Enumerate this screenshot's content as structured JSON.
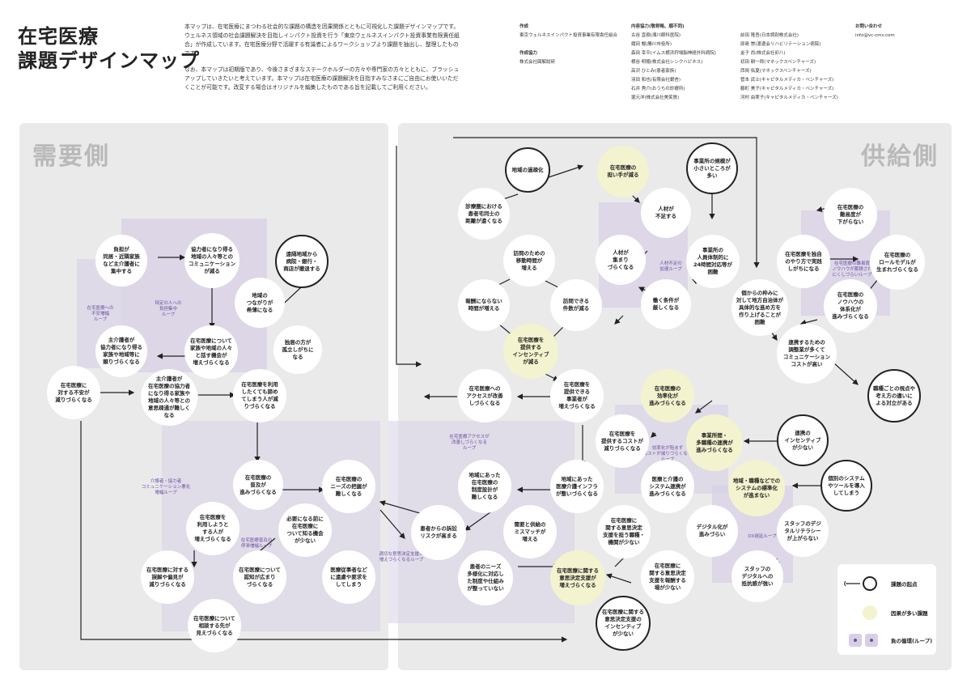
{
  "title": {
    "line1": "在宅医療",
    "line2": "課題デザインマップ"
  },
  "intro": {
    "p1": "本マップは、在宅医療にまつわる社会的な課題の構造を因果関係とともに可視化した課題デザインマップです。ウェルネス領域の社会課題解決を目指しインパクト投資を行う「東京ウェルネスインパクト投資事業有限責任組合」が作成しています。在宅医療分野で活躍する有識者によるワークショップより課題を抽出し、整理したものです。",
    "p2": "なお、本マップは初期版であり、今後さまざまなステークホルダーの方々や専門家の方々とともに、ブラッシュアップしていきたいと考えています。本マップは在宅医療の課題解決を目指すみなさまにご自由にお使いいただくことが可能です。改変する場合はオリジナルを編集したものである旨を記載してご利用ください。"
  },
  "credits": {
    "author_h": "作成",
    "author": "東京ウェルネスインパクト投資事業有限責任組合",
    "coop_h": "作成協力",
    "coop": "株式会社図解総研",
    "content_h": "内容協力(敬称略、順不同)",
    "col1": [
      "古谷 直樹(湘川眼科医院)",
      "織田 暢(勝川市役所)",
      "森田 幸平(イムス横浜狩場脳神経外科病院)",
      "横谷 明穂(株式会社シンクハピネス)",
      "高沢 ひとみ(患者家族)",
      "羽田 和也(有限会社銀杏)",
      "石井 秀介(おうちの診療所)",
      "堀元洋(株式会社美笑質)"
    ],
    "col2": [
      "前田 隆吾(日本調剤株式会社)",
      "原島 崇(渡邊会リハビリテーション病院)",
      "金子 尚(株式会社卯八)",
      "初田 耕一郎(マネックスベンチャーズ)",
      "西岡 佑夏(マネックスベンチャーズ)",
      "管本 武士(キャピタルメディカ・ベンチャーズ)",
      "藤町 美子(キャピタルメディカ・ベンチャーズ)",
      "河村 由実子(キャピタルメディカ・ベンチャーズ)"
    ],
    "contact_h": "お問い合わせ",
    "contact": "info@vc-cmv.com"
  },
  "panels": {
    "demand": "需要側",
    "supply": "供給側"
  },
  "nodes": {
    "n1": "負担が\n同居・近隣家族\nなど主介護者に\n集中する",
    "n2": "協力者になり得る\n地域の人々等との\nコミュニケーション\nが減る",
    "n3": "遠隔地域から\n病院・銀行・\n商店が撤退する",
    "n4": "地域の\nつながりが\n希薄になる",
    "n5": "主介護者が\n協力者になり得る\n家族や地域等に\n頼りづらくなる",
    "n6": "在宅医療について\n家族や地域の人々\nと話す機会が\n増えづらくなる",
    "n7": "独居の方が\n孤立しがちに\nなる",
    "n8": "在宅医療に\n対する不安が\n減りづらくなる",
    "n9": "主介護者が\n在宅医療の協力者\nになり得る家族や\n地域の人々等との\n意思疎通が難しく\nなる",
    "n10": "在宅医療を利用\nしたくても諦め\nてしまう人が減\nりづらくなる",
    "n11": "在宅医療の\n普及が\n進みづらくなる",
    "n12": "在宅医療の\nニーズの把握が\n難しくなる",
    "n13": "在宅医療を\n利用しようと\nする人が\n増えづらくなる",
    "n14": "必要になる前に\n在宅医療に\nついて知る機会\nが少ない",
    "n15": "在宅医療に対する\n誤解や偏見が\n減りづらくなる",
    "n16": "在宅医療について\n認知が広まり\nづらくなる",
    "n17": "医療従事者など\nに遠慮や要求を\nしてしまう",
    "n18": "在宅医療について\n相談する先が\n見えづらくなる",
    "n19": "地域の過疎化",
    "n20": "診療圏における\n患者宅同士の\n距離が遠くなる",
    "n21": "訪問のための\n移動時間が\n増える",
    "n22": "報酬にならない\n時間が増える",
    "n23": "訪問できる\n件数が減る",
    "n24": "在宅医療を\n提供する\nインセンティブ\nが減る",
    "n25": "在宅医療への\nアクセスが改善\nしづらくなる",
    "n26": "在宅医療を\n提供できる\n事業者が\n増えづらくなる",
    "n27": "地域にあった\n在宅医療の\n制度設計が\n難しくなる",
    "n28": "地域にあった\n医療介護インフラ\nが整いづらくなる",
    "n29": "患者からの訴訟\nリスクが高まる",
    "n30": "需要と供給の\nミスマッチが\n増える",
    "n31": "患者のニーズ\n多様化に対応し\nた制度や仕組み\nが整っていない",
    "n32": "在宅医療に関する\n意思決定支援が\n増えづらくなる",
    "n33": "在宅医療の\n担い手が減る",
    "n34": "事業所の規模が\n小さいところが\n多い",
    "n35": "人材が\n不足する",
    "n36": "人材が\n集まり\nづらくなる",
    "n37": "事業所の\n人員体制的に\n24時間対応等が\n困難",
    "n38": "働く条件が\n厳しくなる",
    "n39": "在宅医療の\n効率化が\n進みづらくなる",
    "n40": "在宅医療を\n提供するコストが\n減りづらくなる",
    "n41": "医療と介護の\nシステム連携が\n進みづらくなる",
    "n42": "事業所間・\n多職種の連携が\n進みづらくなる",
    "n43": "連携の\nインセンティブ\nが少ない",
    "n44": "地域・職種などでの\nシステムの標準化\nが進まない",
    "n45": "個別のシステム\nやツールを導入\nしてしまう",
    "n46": "デジタル化が\n進みづらい",
    "n47": "スタッフのデジ\nタルリテラシー\nが上がらない",
    "n48": "スタッフの\nデジタルへの\n抵抗感が強い",
    "n49": "在宅医療の\n難易度が\n下がらない",
    "n50": "在宅医療を独自\nのやり方で実践\nしがちになる",
    "n51": "在宅医療の\nロールモデルが\n生まれづらくなる",
    "n52": "在宅医療の\nノウハウの\n体系化が\n進みづらくなる",
    "n53": "個からの枠みに\n対して地方自治体が\n具体的な進め方を\n作り上げることが\n困難",
    "n54": "連携するための\n調整業が多くて\nコミュニケーション\nコストが高い",
    "n55": "職種ごとの視点や\n考え方の違いに\nよる対立がある",
    "n56": "在宅医療に\n関する意思決定\n支援を担う職種・\n機関が少ない",
    "n57": "在宅医療に\n関する意思決定\n支援を報酬する\n場が少ない",
    "n58": "在宅医療に関する\n意思決定支援の\nインセンティブ\nが少ない"
  },
  "loops": {
    "l1": "在宅医療への\n不安増幅\nループ",
    "l2": "特定の人への\n負担集中\nループ",
    "l3": "介護者・協力者\nコミュニケーション悪化\n増幅ループ",
    "l4": "在宅医療普及の\n停滞増幅ループ",
    "l5": "在宅医療アクセスが\n改善しづらくなる\nループ",
    "l6": "適切な意思決定支援が\n増えづらくなるループ",
    "l7": "人材不足の\n加速ループ",
    "l8": "在宅医療の難易度\nノウハウが蓄積され\nにくしづらいループ",
    "l9": "効率化が阻まず\nコストが減りづらくなる\nループ",
    "l10": "DX遅延ループ"
  },
  "legend": {
    "origin": "課題の起点",
    "many_causes": "因果が多い課題",
    "loop": "負の循環(ループ)"
  }
}
